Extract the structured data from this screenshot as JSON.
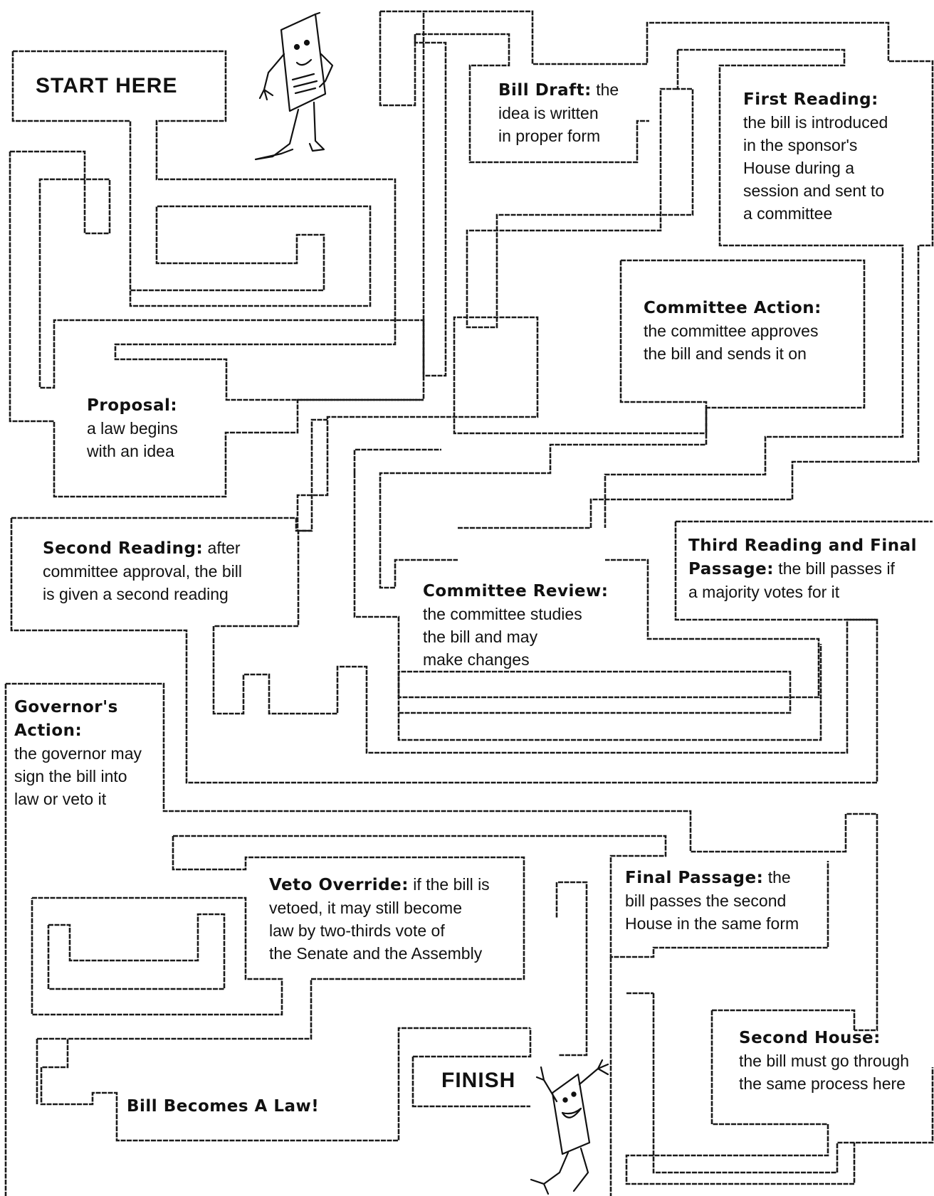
{
  "start": "START HERE",
  "finish": "FINISH",
  "steps": {
    "bill_draft": {
      "title": "Bill Draft:",
      "lines": [
        " the",
        "idea is written",
        "in proper form"
      ]
    },
    "first_reading": {
      "title": "First Reading:",
      "lines": [
        "the bill is introduced",
        "in the sponsor's",
        "House during a",
        "session and sent to",
        "a committee"
      ]
    },
    "committee_action": {
      "title": "Committee Action:",
      "lines": [
        "the committee approves",
        "the bill and sends it on"
      ]
    },
    "proposal": {
      "title": "Proposal:",
      "lines": [
        "a law begins",
        "with an idea"
      ]
    },
    "second_reading": {
      "title": "Second Reading:",
      "lines": [
        " after",
        "committee approval, the bill",
        "is given a second reading"
      ]
    },
    "committee_review": {
      "title": "Committee Review:",
      "lines": [
        "the committee studies",
        "the bill and may",
        "make changes"
      ]
    },
    "third_reading": {
      "title": "Third Reading and Final",
      "title2": "Passage:",
      "lines": [
        " the bill passes if",
        "a majority votes for it"
      ]
    },
    "governors_action": {
      "title": "Governor's",
      "title2": "Action:",
      "lines": [
        "the governor may",
        "sign the bill into",
        "law or veto it"
      ]
    },
    "veto_override": {
      "title": "Veto Override:",
      "lines": [
        " if the bill is",
        "vetoed, it may still become",
        "law by two-thirds vote of",
        "the Senate and the Assembly"
      ]
    },
    "final_passage": {
      "title": "Final Passage:",
      "lines": [
        " the",
        "bill passes the second",
        "House in the same form"
      ]
    },
    "second_house": {
      "title": "Second House:",
      "lines": [
        "the bill must go through",
        "the same process here"
      ]
    },
    "becomes_law": {
      "title": "Bill Becomes A Law!"
    }
  }
}
